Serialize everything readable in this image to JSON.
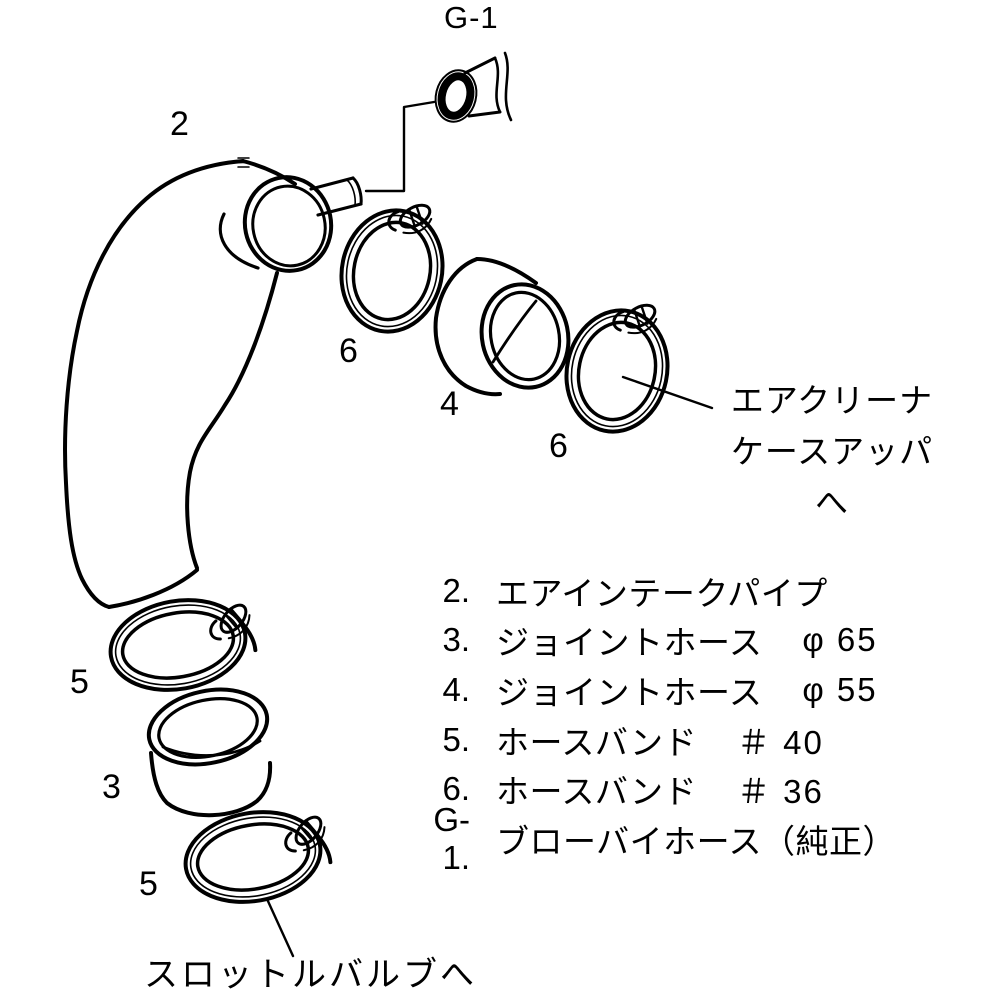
{
  "diagram": {
    "top_reference_label": "G-1",
    "callouts": {
      "intake_pipe": "2",
      "clamp36_left": "6",
      "joint_hose_55": "4",
      "clamp36_right": "6",
      "clamp40_top": "5",
      "joint_hose_65": "3",
      "clamp40_bottom": "5"
    },
    "annotations": {
      "air_cleaner_line1": "エアクリーナ",
      "air_cleaner_line2": "ケースアッパ",
      "air_cleaner_line3": "へ",
      "throttle_valve": "スロットルバルブへ"
    },
    "parts_list": [
      {
        "num": "2.",
        "name": "エアインテークパイプ",
        "spec": ""
      },
      {
        "num": "3.",
        "name": "ジョイントホース",
        "spec": "φ 65"
      },
      {
        "num": "4.",
        "name": "ジョイントホース",
        "spec": "φ 55"
      },
      {
        "num": "5.",
        "name": "ホースバンド",
        "spec": "＃ 40"
      },
      {
        "num": "6.",
        "name": "ホースバンド",
        "spec": "＃ 36"
      },
      {
        "num": "G-1.",
        "name": "ブローバイホース（純正）",
        "spec": ""
      }
    ],
    "colors": {
      "line": "#000000",
      "background": "#ffffff"
    }
  }
}
